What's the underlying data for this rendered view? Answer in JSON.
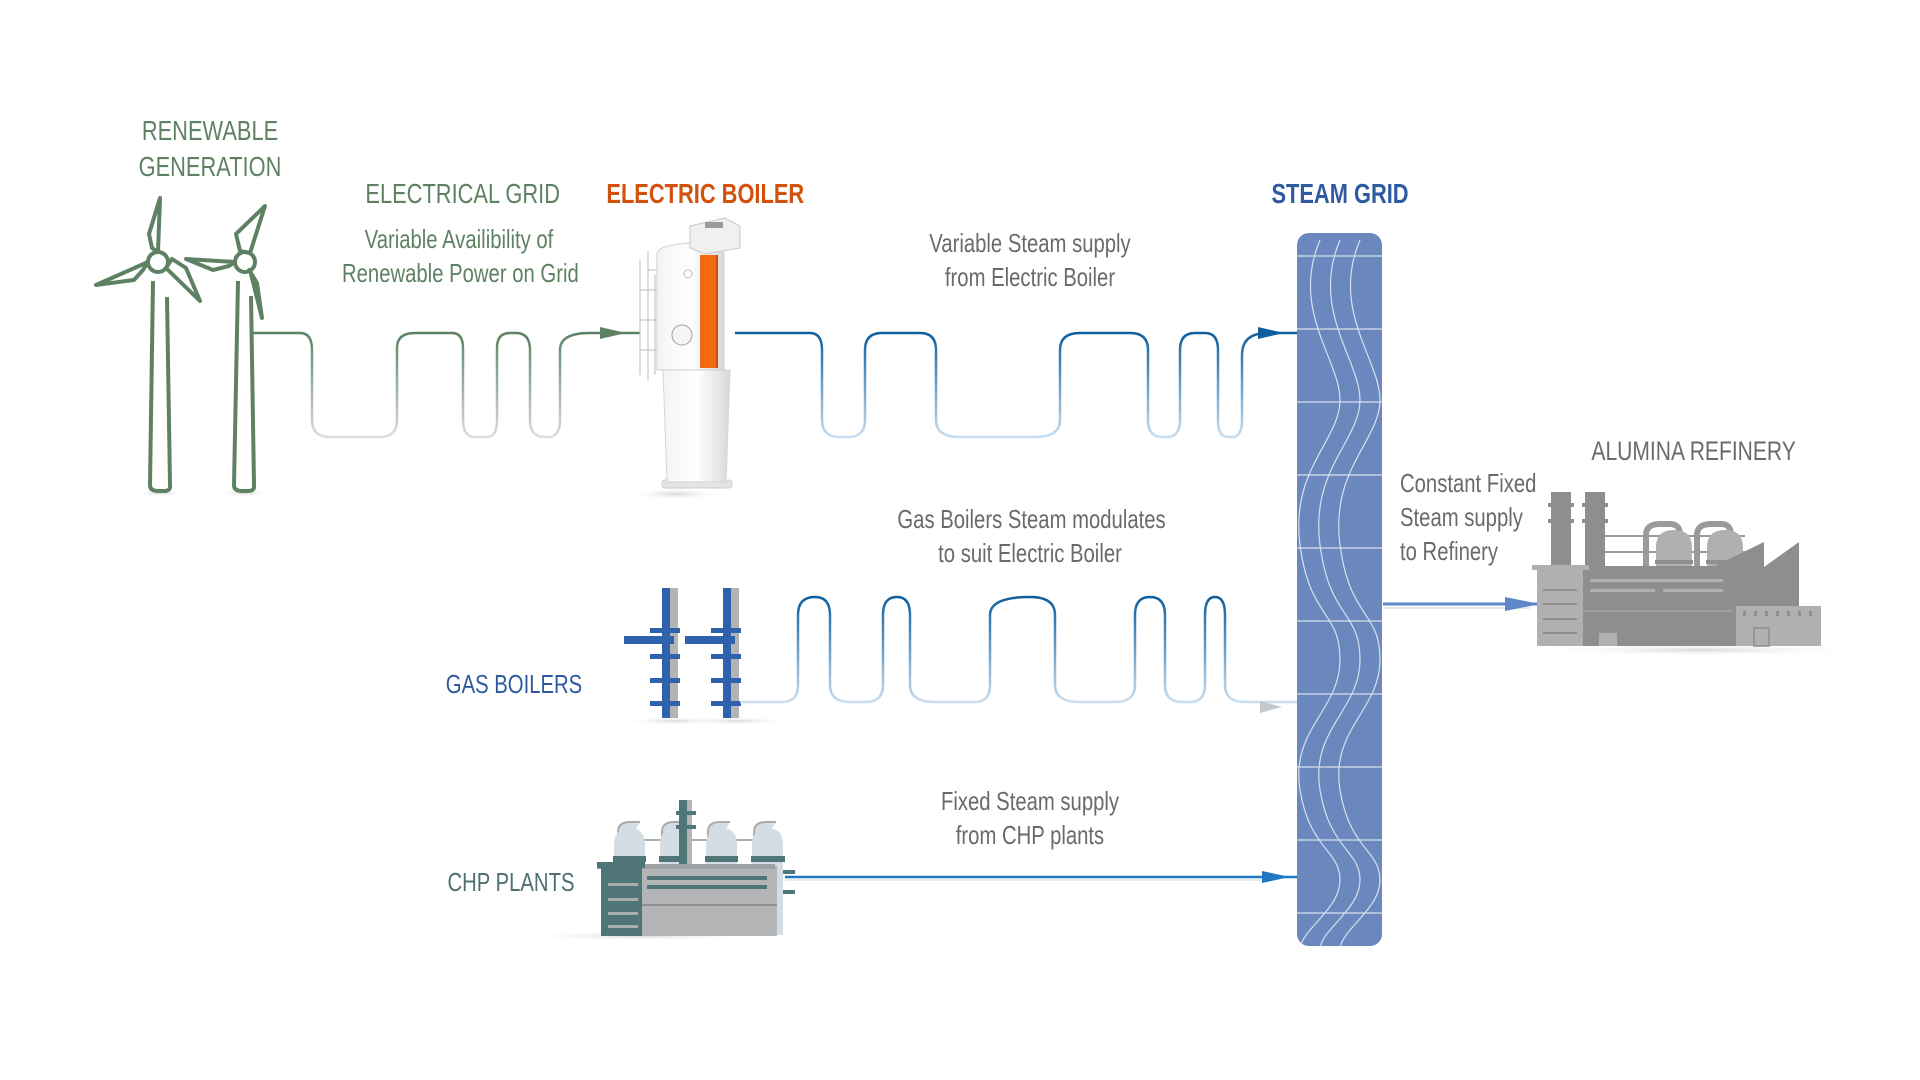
{
  "nodes": {
    "renewable_generation": {
      "line1": "RENEWABLE",
      "line2": "GENERATION"
    },
    "electrical_grid": {
      "title": "ELECTRICAL GRID",
      "desc_line1": "Variable Availibility of",
      "desc_line2": "Renewable Power on Grid"
    },
    "electric_boiler": {
      "title": "ELECTRIC BOILER"
    },
    "steam_grid": {
      "title": "STEAM GRID"
    },
    "gas_boilers": {
      "title": "GAS BOILERS"
    },
    "chp_plants": {
      "title": "CHP PLANTS"
    },
    "alumina_refinery": {
      "title": "ALUMINA REFINERY"
    }
  },
  "flows": {
    "electric_boiler_steam": {
      "line1": "Variable Steam supply",
      "line2": "from Electric Boiler"
    },
    "gas_boiler_steam": {
      "line1": "Gas Boilers Steam modulates",
      "line2": "to suit Electric Boiler"
    },
    "chp_steam": {
      "line1": "Fixed Steam supply",
      "line2": "from CHP plants"
    },
    "refinery_supply": {
      "line1": "Constant Fixed",
      "line2": "Steam supply",
      "line3": "to Refinery"
    }
  },
  "colors": {
    "renewable_green": "#5e8163",
    "electric_orange": "#d2510d",
    "steam_blue": "#2f5aa0",
    "steam_grid_fill": "#6a88bd",
    "chp_teal": "#4f6f73",
    "refinery_grey": "#8c8c8c",
    "flow_blue": "#0f5f9e"
  }
}
